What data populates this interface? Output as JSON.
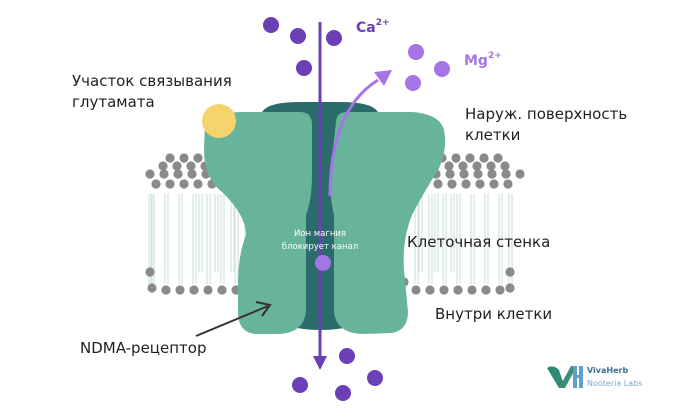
{
  "labels": {
    "glutamate_site": "Участок связывания\nглутамата",
    "outer_surface": "Наруж. поверхность\nклетки",
    "cell_wall": "Клеточная стенка",
    "inside_cell": "Внутри клетки",
    "receptor": "NDMA-рецептор",
    "magnesium_block": "Ион магния\nблокирует канал"
  },
  "ions": {
    "calcium": {
      "symbol": "Ca",
      "charge": "2+"
    },
    "magnesium": {
      "symbol": "Mg",
      "charge": "2+"
    }
  },
  "logo": {
    "name": "VivaHerb",
    "subtitle": "Nooteria Labs"
  },
  "colors": {
    "receptor": "#67b39b",
    "channel": "#2b6b6b",
    "calcium_ion": "#6b3fb5",
    "magnesium_ion": "#a574e6",
    "glutamate": "#f6d46c",
    "lipid_head": "#8a8a8a",
    "lipid_tail": "#cfe5da",
    "calcium_text": "#6b3fb5",
    "magnesium_text": "#a574e6"
  }
}
